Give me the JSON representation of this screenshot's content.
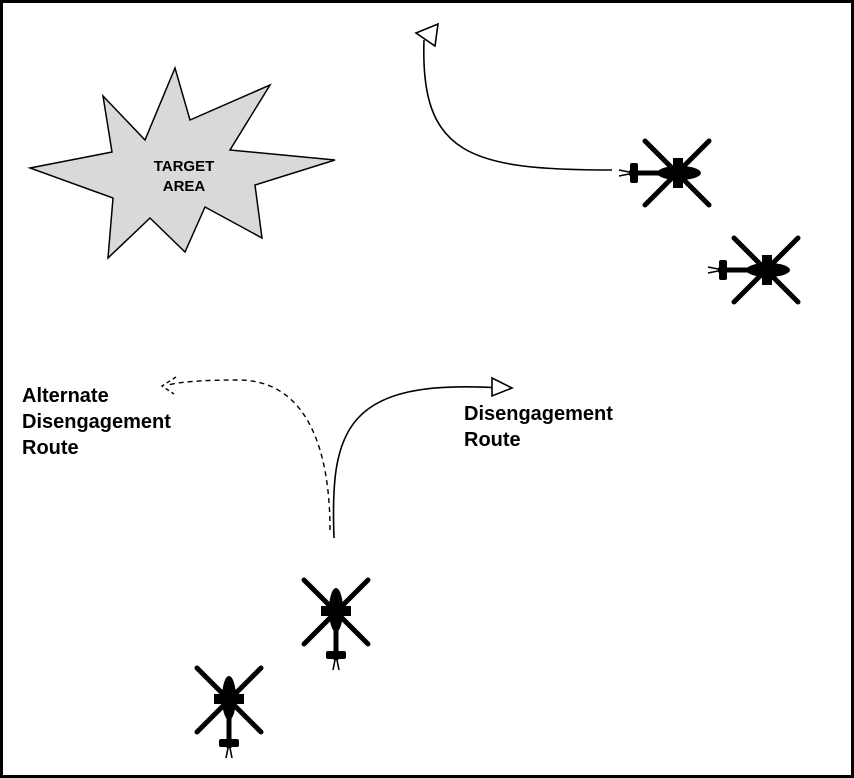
{
  "target_area": {
    "line1": "TARGET",
    "line2": "AREA",
    "fill": "#d9d9d9"
  },
  "labels": {
    "alternate": {
      "line1": "Alternate",
      "line2": "Disengagement",
      "line3": "Route"
    },
    "disengagement": {
      "line1": "Disengagement",
      "line2": "Route"
    }
  },
  "colors": {
    "helicopter": "#000000",
    "route": "#000000",
    "arrowhead": "#ffffff"
  }
}
